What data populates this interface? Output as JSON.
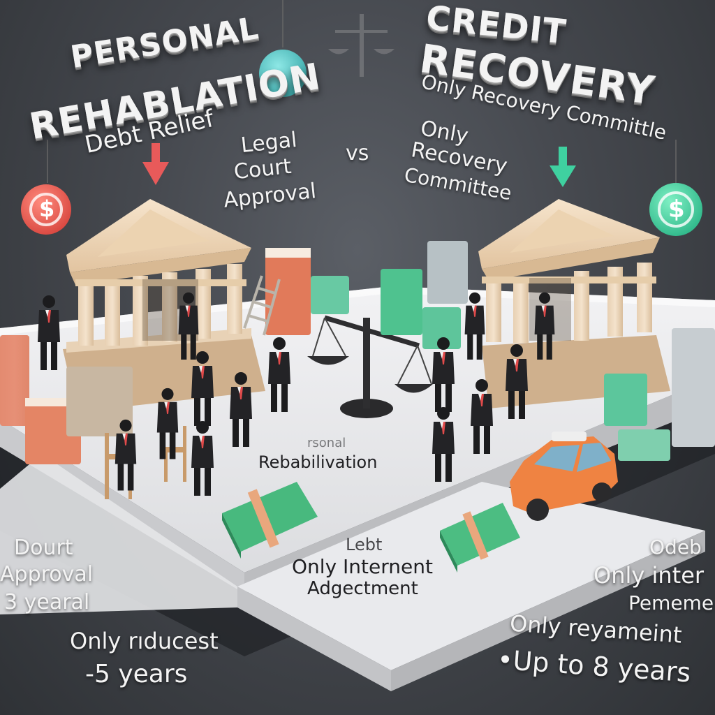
{
  "left": {
    "title_line1": "PERSONAL",
    "title_line2": "REHABLATION",
    "subtitle": "Debt Relief",
    "approval": [
      "Legal",
      "Court",
      "Approval"
    ],
    "coin_symbol": "$",
    "coin_color": "#e05a5a",
    "arrow_color": "#e85a5a",
    "bottom": {
      "line1": "Dourt",
      "line2": "Approval",
      "line3": "3  yearal",
      "line4": "Only rıducest",
      "line5": "-5 years"
    }
  },
  "center": {
    "vs": "vs",
    "board_top": "rsonal",
    "board_label": "Rebabilivation",
    "front_line1": "Lebt",
    "front_line2": "Only Internent",
    "front_line3": "Adgectment"
  },
  "right": {
    "title_line1": "CREDIT",
    "title_line2": "RECOVERY",
    "subtitle": "Only Recovery Committle",
    "committee": [
      "Only",
      "Recovery",
      "Committee"
    ],
    "coin_symbol": "$",
    "coin_color": "#45c99a",
    "arrow_color": "#3fd1a0",
    "bottom": {
      "line1": "Odeb",
      "line2": "Only inter",
      "line3": "Pememe",
      "line4": "Only reyameint",
      "line5": "•Up to 8 years"
    }
  },
  "icons": [
    "balance-scale-icon",
    "courthouse-icon",
    "dollar-coin-icon",
    "down-arrow-icon",
    "money-stack-icon",
    "car-icon",
    "person-icon"
  ]
}
